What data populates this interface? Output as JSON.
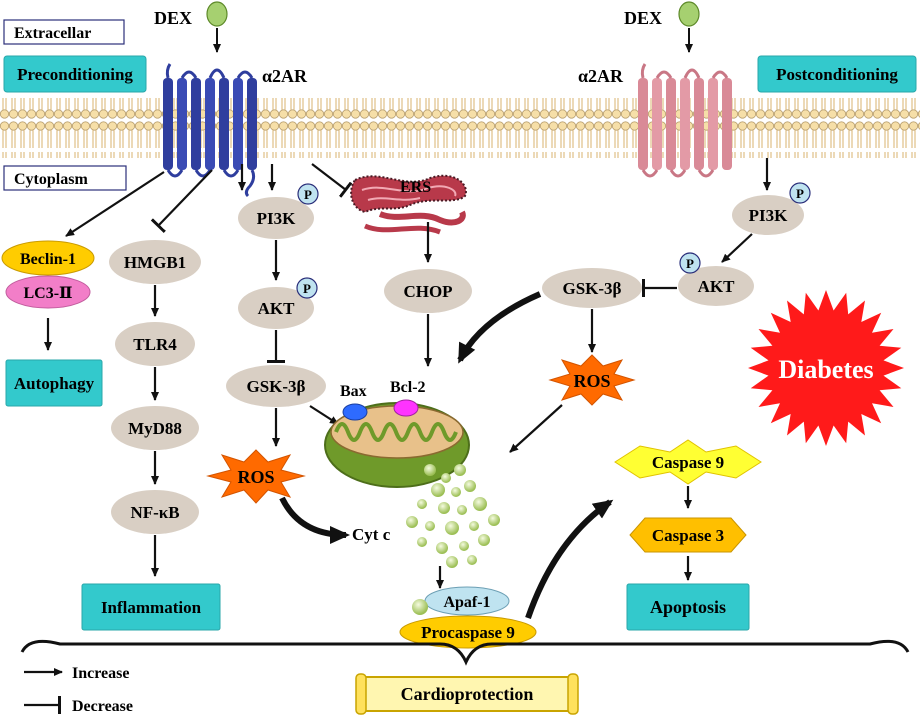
{
  "labels": {
    "extracellar": "Extracellar",
    "cytoplasm": "Cytoplasm",
    "dex": "DEX",
    "a2ar": "α2AR",
    "preconditioning": "Preconditioning",
    "postconditioning": "Postconditioning",
    "ers": "ERS",
    "chop": "CHOP",
    "pi3k": "PI3K",
    "akt": "AKT",
    "gsk": "GSK-3β",
    "ros": "ROS",
    "p": "P",
    "beclin": "Beclin-1",
    "lc3": "LC3-Ⅱ",
    "autophagy": "Autophagy",
    "hmgb1": "HMGB1",
    "tlr4": "TLR4",
    "myd88": "MyD88",
    "nfkb": "NF-κB",
    "inflammation": "Inflammation",
    "bax": "Bax",
    "bcl2": "Bcl-2",
    "cytc": "Cyt c",
    "apaf": "Apaf-1",
    "procaspase": "Procaspase 9",
    "casp9": "Caspase 9",
    "casp3": "Caspase 3",
    "apoptosis": "Apoptosis",
    "diabetes": "Diabetes",
    "cardioprotection": "Cardioprotection",
    "increase": "Increase",
    "decrease": "Decrease"
  },
  "colors": {
    "teal_box": "#33c9cc",
    "node": "#d9cfc4",
    "receptor_left": "#2f3e9e",
    "receptor_right": "#d98a97",
    "membrane": "#f0d6a2",
    "ros": "#ff6a00",
    "diabetes": "#ff1a1a",
    "beclin": "#ffcc00",
    "lc3": "#f27ec8",
    "caspase9": "#ffff33",
    "caspase3": "#ffbf00",
    "mito_outer": "#7aa52a",
    "vesicle": "#c9e08a",
    "apaf": "#bfe3f0",
    "procaspase": "#ffcc00",
    "bax": "#2e6bff",
    "bcl2": "#ff33ff"
  }
}
